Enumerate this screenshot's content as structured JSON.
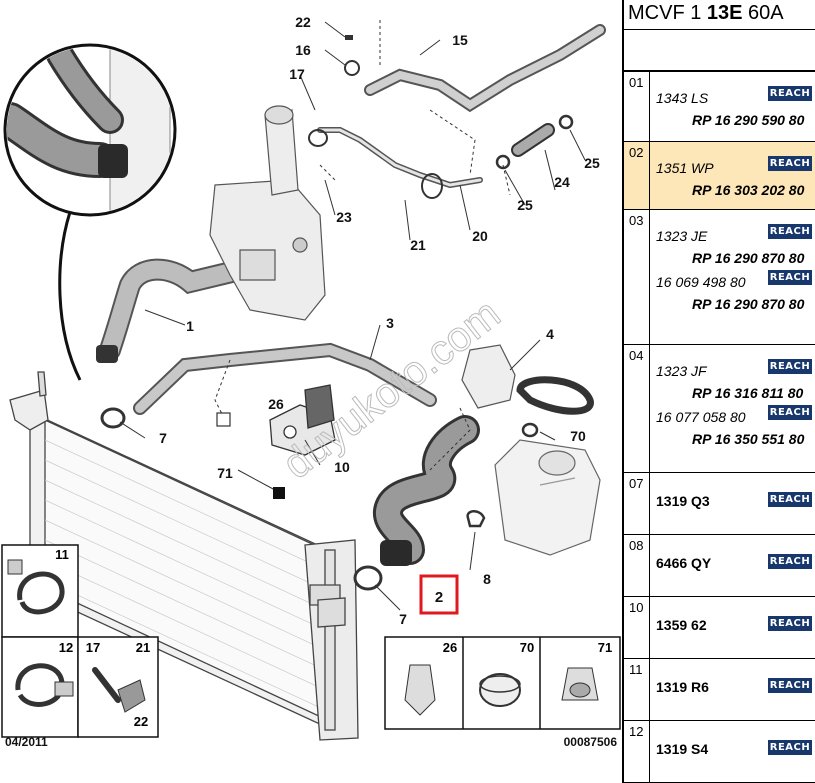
{
  "diagram": {
    "callouts": {
      "c1": "1",
      "c2": "2",
      "c3": "3",
      "c4": "4",
      "c7a": "7",
      "c7b": "7",
      "c8": "8",
      "c10": "10",
      "c15": "15",
      "c16": "16",
      "c17": "17",
      "c20": "20",
      "c21": "21",
      "c22": "22",
      "c23": "23",
      "c24": "24",
      "c25a": "25",
      "c25b": "25",
      "c26": "26",
      "c70": "70",
      "c71": "71"
    },
    "highlight_box": "2",
    "watermark": "duyukoto.com",
    "date": "04/2011",
    "drawing_number": "00087506",
    "inset_labels": {
      "i11": "11",
      "i12": "12",
      "i17": "17",
      "i21": "21",
      "i22": "22",
      "i26": "26",
      "i70": "70",
      "i71": "71"
    }
  },
  "panel": {
    "title_prefix": "MCVF 1 ",
    "title_bold": "13E",
    "title_suffix": " 60A",
    "badge": "REACH",
    "rows": [
      {
        "num": "01",
        "entries": [
          {
            "code": "1343 LS",
            "ref": "RP 16 290 590 80"
          }
        ]
      },
      {
        "num": "02",
        "selected": true,
        "entries": [
          {
            "code": "1351 WP",
            "ref": "RP 16 303 202 80"
          }
        ]
      },
      {
        "num": "03",
        "entries": [
          {
            "code": "1323 JE",
            "ref": "RP 16 290 870 80"
          },
          {
            "code": "16 069 498 80",
            "ref": "RP 16 290 870 80"
          }
        ]
      },
      {
        "num": "04",
        "entries": [
          {
            "code": "1323 JF",
            "ref": "RP 16 316 811 80"
          },
          {
            "code": "16 077 058 80",
            "ref": "RP 16 350 551 80"
          }
        ]
      },
      {
        "num": "07",
        "entries": [
          {
            "code": "1319 Q3"
          }
        ]
      },
      {
        "num": "08",
        "entries": [
          {
            "code": "6466 QY"
          }
        ]
      },
      {
        "num": "10",
        "entries": [
          {
            "code": "1359 62"
          }
        ]
      },
      {
        "num": "11",
        "entries": [
          {
            "code": "1319 R6"
          }
        ]
      },
      {
        "num": "12",
        "entries": [
          {
            "code": "1319 S4"
          }
        ]
      }
    ]
  }
}
